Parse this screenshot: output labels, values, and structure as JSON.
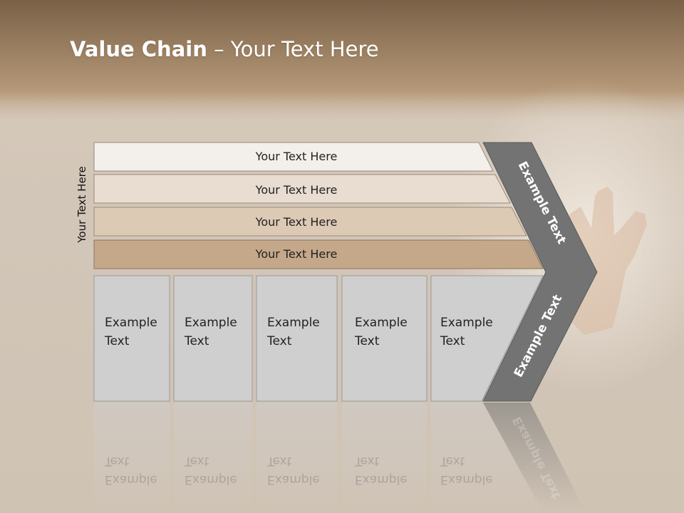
{
  "title": {
    "bold": "Value Chain",
    "rest": " – Your Text Here"
  },
  "side_label": "Your Text Here",
  "bands": [
    {
      "label": "Your Text Here",
      "color": "#f3efea"
    },
    {
      "label": "Your Text Here",
      "color": "#e8ddd0"
    },
    {
      "label": "Your Text Here",
      "color": "#dccab5"
    },
    {
      "label": "Your Text Here",
      "color": "#c5a88a"
    }
  ],
  "columns": [
    {
      "line1": "Example",
      "line2": "Text"
    },
    {
      "line1": "Example",
      "line2": "Text"
    },
    {
      "line1": "Example",
      "line2": "Text"
    },
    {
      "line1": "Example",
      "line2": "Text"
    },
    {
      "line1": "Example",
      "line2": "Text"
    }
  ],
  "chevron": {
    "top_label": "Example Text",
    "bottom_label": "Example Text",
    "color": "#737373"
  },
  "column_color": "#cfcfcf",
  "header_gradient": [
    "#7d6448",
    "#b29677"
  ]
}
